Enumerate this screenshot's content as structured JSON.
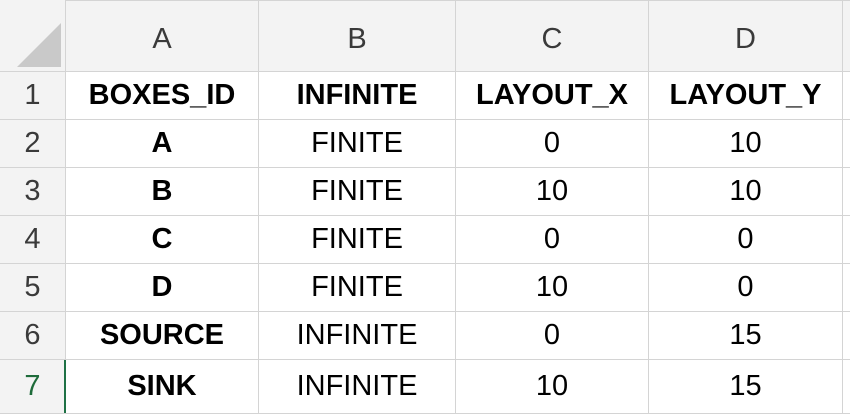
{
  "columns": [
    "A",
    "B",
    "C",
    "D"
  ],
  "rows": [
    {
      "num": "1",
      "cells": [
        "BOXES_ID",
        "INFINITE",
        "LAYOUT_X",
        "LAYOUT_Y"
      ]
    },
    {
      "num": "2",
      "cells": [
        "A",
        "FINITE",
        "0",
        "10"
      ]
    },
    {
      "num": "3",
      "cells": [
        "B",
        "FINITE",
        "10",
        "10"
      ]
    },
    {
      "num": "4",
      "cells": [
        "C",
        "FINITE",
        "0",
        "0"
      ]
    },
    {
      "num": "5",
      "cells": [
        "D",
        "FINITE",
        "10",
        "0"
      ]
    },
    {
      "num": "6",
      "cells": [
        "SOURCE",
        "INFINITE",
        "0",
        "15"
      ]
    },
    {
      "num": "7",
      "cells": [
        "SINK",
        "INFINITE",
        "10",
        "15"
      ]
    }
  ],
  "selected_row": "7",
  "colors": {
    "header_bg": "#f3f3f3",
    "gridline": "#d4d4d4",
    "selection_accent": "#1e7145"
  }
}
